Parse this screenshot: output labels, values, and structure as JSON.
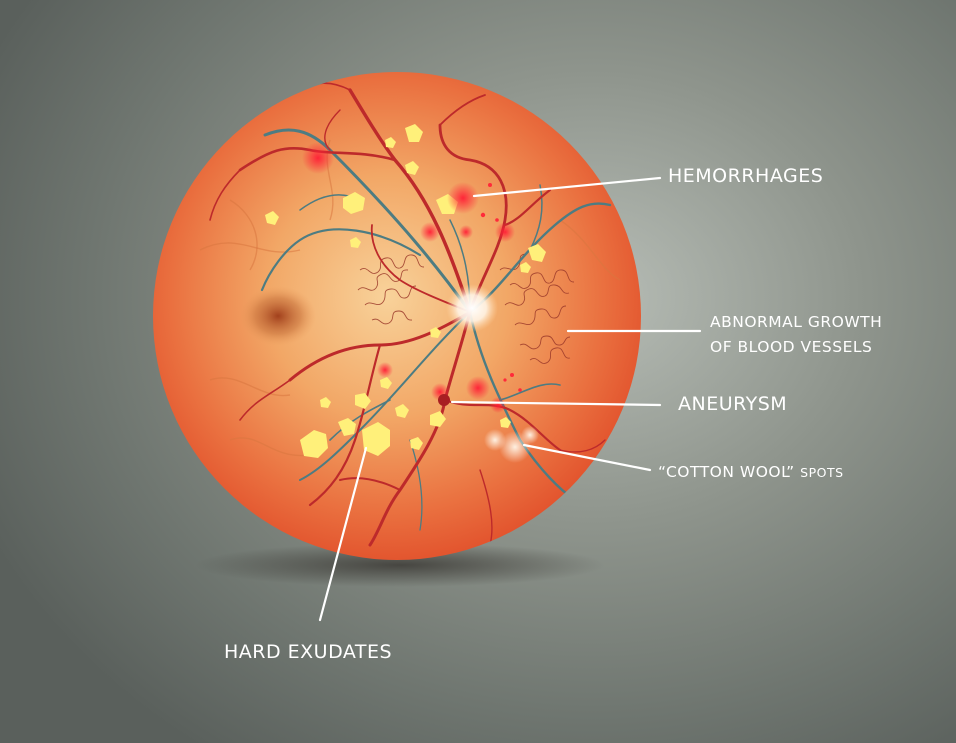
{
  "labels": {
    "hemorrhages": "HEMORRHAGES",
    "abnormal_growth_line1": "ABNORMAL GROWTH",
    "abnormal_growth_line2": "OF BLOOD VESSELS",
    "aneurysm": "ANEURYSM",
    "cotton_wool_quote": "“COTTON WOOL”",
    "cotton_wool_spots": "SPOTS",
    "hard_exudates": "HARD EXUDATES"
  },
  "colors": {
    "background": "#7d847e",
    "retina_center": "#f7c98a",
    "retina_edge": "#e85a32",
    "vessel_artery": "#c0282a",
    "vessel_vein": "#4f7f86",
    "exudate": "#fff27a",
    "hemorrhage": "#ff2a3a",
    "leader_line": "#ffffff"
  }
}
